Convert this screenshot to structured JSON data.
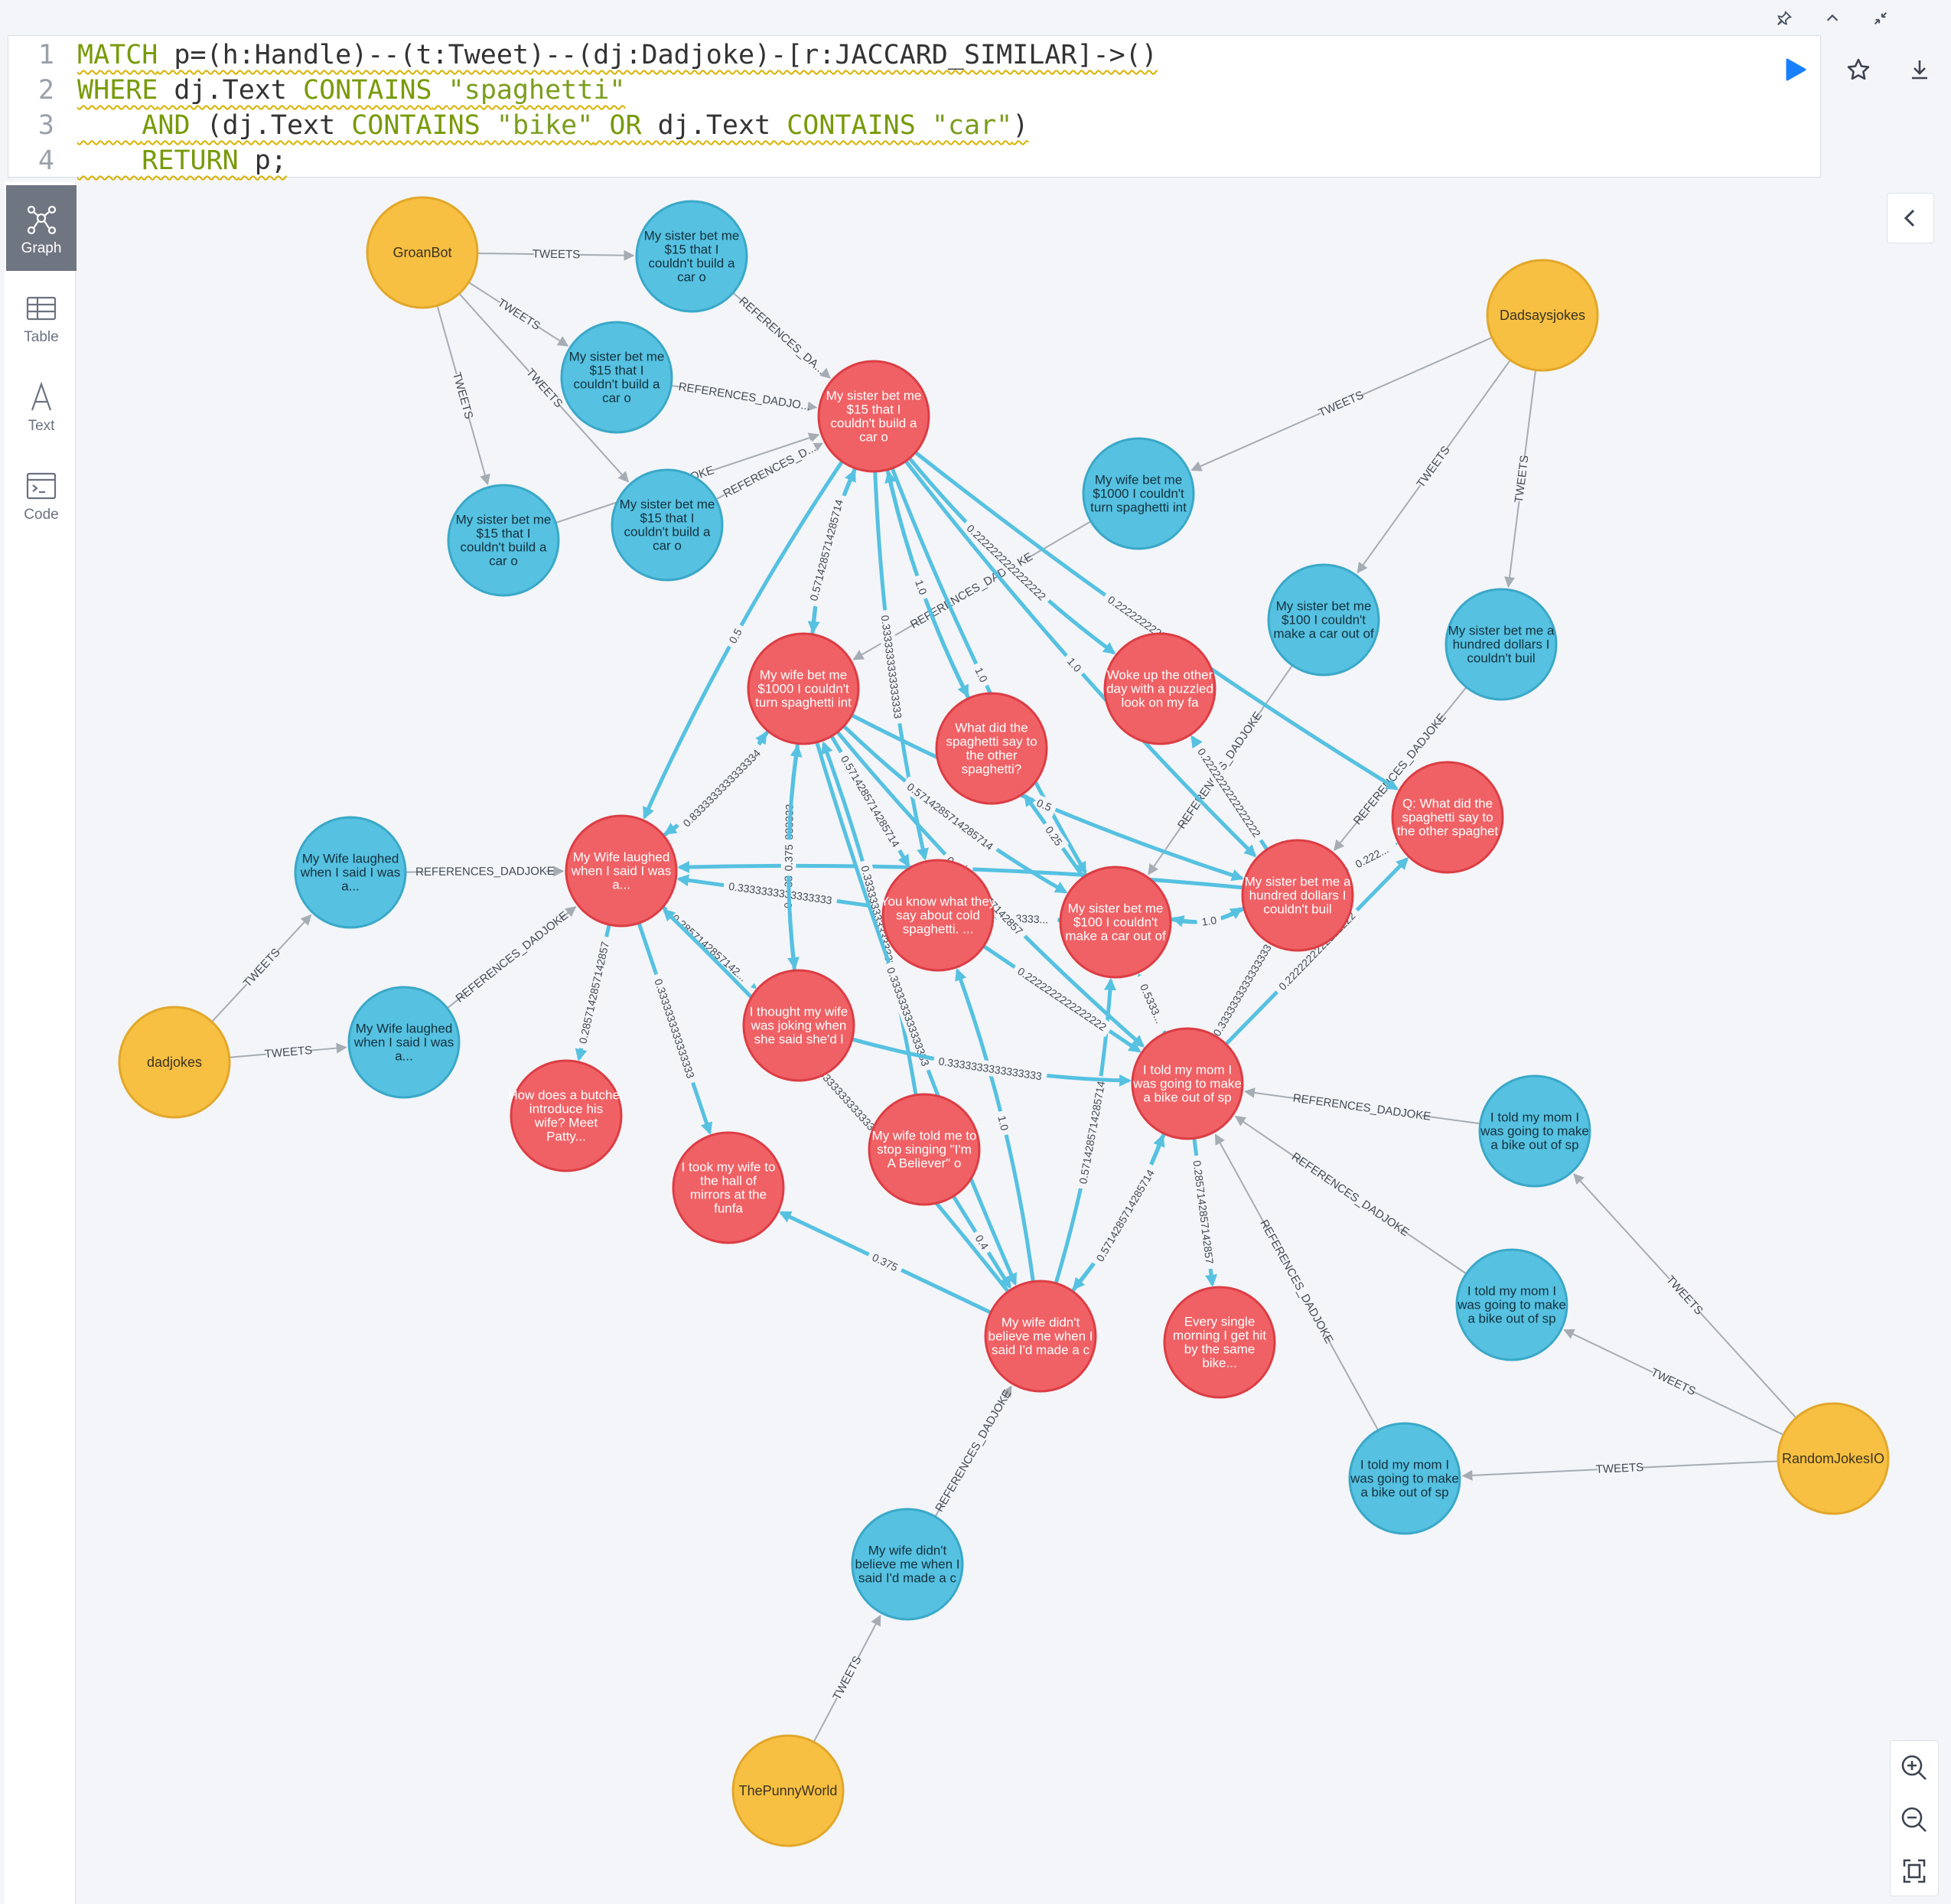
{
  "window": {
    "controls": [
      "pin-icon",
      "chevron-up-icon",
      "minimize-icon"
    ]
  },
  "editor": {
    "lines": [
      {
        "num": "1",
        "segments": [
          {
            "t": "MATCH",
            "c": "kw"
          },
          {
            "t": " p=(h:Handle)--(t:Tweet)--(dj:Dadjoke)-[r:JACCARD_SIMILAR]->()",
            "c": "plain"
          }
        ]
      },
      {
        "num": "2",
        "segments": [
          {
            "t": "WHERE",
            "c": "kw"
          },
          {
            "t": " dj.Text ",
            "c": "plain"
          },
          {
            "t": "CONTAINS",
            "c": "kw"
          },
          {
            "t": " ",
            "c": "plain"
          },
          {
            "t": "\"spaghetti\"",
            "c": "str"
          }
        ]
      },
      {
        "num": "3",
        "segments": [
          {
            "t": "    ",
            "c": "plain"
          },
          {
            "t": "AND",
            "c": "kw"
          },
          {
            "t": " (dj.Text ",
            "c": "plain"
          },
          {
            "t": "CONTAINS",
            "c": "kw"
          },
          {
            "t": " ",
            "c": "plain"
          },
          {
            "t": "\"bike\"",
            "c": "str"
          },
          {
            "t": " ",
            "c": "plain"
          },
          {
            "t": "OR",
            "c": "kw"
          },
          {
            "t": " dj.Text ",
            "c": "plain"
          },
          {
            "t": "CONTAINS",
            "c": "kw"
          },
          {
            "t": " ",
            "c": "plain"
          },
          {
            "t": "\"car\"",
            "c": "str"
          },
          {
            "t": ")",
            "c": "plain"
          }
        ]
      },
      {
        "num": "4",
        "segments": [
          {
            "t": "    ",
            "c": "plain"
          },
          {
            "t": "RETURN",
            "c": "kw"
          },
          {
            "t": " p;",
            "c": "plain"
          }
        ]
      }
    ],
    "actions": [
      "run-icon",
      "star-icon",
      "download-icon"
    ]
  },
  "sidebar": {
    "items": [
      {
        "label": "Graph",
        "icon": "graph-icon",
        "active": true
      },
      {
        "label": "Table",
        "icon": "table-icon",
        "active": false
      },
      {
        "label": "Text",
        "icon": "text-icon",
        "active": false
      },
      {
        "label": "Code",
        "icon": "code-icon",
        "active": false
      }
    ]
  },
  "colors": {
    "handle": "#f8c042",
    "tweet": "#56c1e1",
    "dadjoke": "#ef6165",
    "similar_edge": "#56c1e1",
    "ref_edge": "#a6acb3",
    "run": "#1880ff"
  },
  "graph": {
    "nodes": [
      {
        "id": "groanbot",
        "type": "handle",
        "text": "GroanBot"
      },
      {
        "id": "dadsaysjokes",
        "type": "handle",
        "text": "Dadsaysjokes"
      },
      {
        "id": "dadjokes",
        "type": "handle",
        "text": "dadjokes"
      },
      {
        "id": "randomjokesio",
        "type": "handle",
        "text": "RandomJokesIO"
      },
      {
        "id": "thepunnyworld",
        "type": "handle",
        "text": "ThePunnyWorld"
      },
      {
        "id": "tw1",
        "type": "tweet",
        "text": "My sister bet me $15 that I couldn't build a car o"
      },
      {
        "id": "tw2",
        "type": "tweet",
        "text": "My sister bet me $15 that I couldn't build a car o"
      },
      {
        "id": "tw3",
        "type": "tweet",
        "text": "My sister bet me $15 that I couldn't build a car o"
      },
      {
        "id": "tw4",
        "type": "tweet",
        "text": "My sister bet me $15 that I couldn't build a car o"
      },
      {
        "id": "tw5",
        "type": "tweet",
        "text": "My wife bet me $1000 I couldn't turn spaghetti int"
      },
      {
        "id": "tw6",
        "type": "tweet",
        "text": "My sister bet me $100 I couldn't make a car out of"
      },
      {
        "id": "tw7",
        "type": "tweet",
        "text": "My sister bet me a hundred dollars I couldn't buil"
      },
      {
        "id": "tw8",
        "type": "tweet",
        "text": "My Wife laughed when I said I was a..."
      },
      {
        "id": "tw9",
        "type": "tweet",
        "text": "My Wife laughed when I said I was a..."
      },
      {
        "id": "tw10",
        "type": "tweet",
        "text": "I told my mom I was going to make a bike out of sp"
      },
      {
        "id": "tw11",
        "type": "tweet",
        "text": "I told my mom I was going to make a bike out of sp"
      },
      {
        "id": "tw12",
        "type": "tweet",
        "text": "I told my mom I was going to make a bike out of sp"
      },
      {
        "id": "tw13",
        "type": "tweet",
        "text": "My wife didn't believe me when I said I'd made a c"
      },
      {
        "id": "dj1",
        "type": "dadjoke",
        "text": "My sister bet me $15 that I couldn't build a car o"
      },
      {
        "id": "dj2",
        "type": "dadjoke",
        "text": "My wife bet me $1000 I couldn't turn spaghetti int"
      },
      {
        "id": "dj3",
        "type": "dadjoke",
        "text": "What did the spaghetti say to the other spaghetti?"
      },
      {
        "id": "dj4",
        "type": "dadjoke",
        "text": "Woke up the other day with a puzzled look on my fa"
      },
      {
        "id": "dj5",
        "type": "dadjoke",
        "text": "Q: What did the spaghetti say to the other spaghet"
      },
      {
        "id": "dj6",
        "type": "dadjoke",
        "text": "My Wife laughed when I said I was a..."
      },
      {
        "id": "dj7",
        "type": "dadjoke",
        "text": "You know what they say about cold spaghetti. ..."
      },
      {
        "id": "dj8",
        "type": "dadjoke",
        "text": "My sister bet me $100 I couldn't make a car out of"
      },
      {
        "id": "dj9",
        "type": "dadjoke",
        "text": "My sister bet me a hundred dollars I couldn't buil"
      },
      {
        "id": "dj10",
        "type": "dadjoke",
        "text": "I thought my wife was joking when she said she'd l"
      },
      {
        "id": "dj11",
        "type": "dadjoke",
        "text": "How does a butcher introduce his wife? Meet Patty..."
      },
      {
        "id": "dj12",
        "type": "dadjoke",
        "text": "I took my wife to the hall of mirrors at the funfa"
      },
      {
        "id": "dj13",
        "type": "dadjoke",
        "text": "My wife told me to stop singing \"I'm A Believer\" o"
      },
      {
        "id": "dj14",
        "type": "dadjoke",
        "text": "I told my mom I was going to make a bike out of sp"
      },
      {
        "id": "dj15",
        "type": "dadjoke",
        "text": "Every single morning I get hit by the same bike..."
      },
      {
        "id": "dj16",
        "type": "dadjoke",
        "text": "My wife didn't believe me when I said I'd made a c"
      }
    ],
    "edges": [
      {
        "from": "groanbot",
        "to": "tw1",
        "label": "TWEETS",
        "kind": "ref"
      },
      {
        "from": "groanbot",
        "to": "tw2",
        "label": "TWEETS",
        "kind": "ref"
      },
      {
        "from": "groanbot",
        "to": "tw3",
        "label": "TWEETS",
        "kind": "ref"
      },
      {
        "from": "groanbot",
        "to": "tw4",
        "label": "TWEETS",
        "kind": "ref"
      },
      {
        "from": "tw1",
        "to": "dj1",
        "label": "REFERENCES_DA...",
        "kind": "ref"
      },
      {
        "from": "tw2",
        "to": "dj1",
        "label": "REFERENCES_DADJO...",
        "kind": "ref"
      },
      {
        "from": "tw3",
        "to": "dj1",
        "label": "DADJOKE",
        "kind": "ref"
      },
      {
        "from": "tw4",
        "to": "dj1",
        "label": "REFERENCES_D...",
        "kind": "ref"
      },
      {
        "from": "dadsaysjokes",
        "to": "tw5",
        "label": "TWEETS",
        "kind": "ref"
      },
      {
        "from": "dadsaysjokes",
        "to": "tw6",
        "label": "TWEETS",
        "kind": "ref"
      },
      {
        "from": "dadsaysjokes",
        "to": "tw7",
        "label": "TWEETS",
        "kind": "ref"
      },
      {
        "from": "tw5",
        "to": "dj2",
        "label": "REFERENCES_DADJOKE",
        "kind": "ref"
      },
      {
        "from": "tw6",
        "to": "dj8",
        "label": "REFERENCES_DADJOKE",
        "kind": "ref"
      },
      {
        "from": "tw7",
        "to": "dj9",
        "label": "REFERENCES_DADJOKE",
        "kind": "ref"
      },
      {
        "from": "dadjokes",
        "to": "tw8",
        "label": "TWEETS",
        "kind": "ref"
      },
      {
        "from": "dadjokes",
        "to": "tw9",
        "label": "TWEETS",
        "kind": "ref"
      },
      {
        "from": "tw8",
        "to": "dj6",
        "label": "REFERENCES_DADJOKE",
        "kind": "ref"
      },
      {
        "from": "tw9",
        "to": "dj6",
        "label": "REFERENCES_DADJOKE",
        "kind": "ref"
      },
      {
        "from": "randomjokesio",
        "to": "tw10",
        "label": "TWEETS",
        "kind": "ref"
      },
      {
        "from": "randomjokesio",
        "to": "tw11",
        "label": "TWEETS",
        "kind": "ref"
      },
      {
        "from": "randomjokesio",
        "to": "tw12",
        "label": "TWEETS",
        "kind": "ref"
      },
      {
        "from": "tw10",
        "to": "dj14",
        "label": "REFERENCES_DADJOKE",
        "kind": "ref"
      },
      {
        "from": "tw11",
        "to": "dj14",
        "label": "REFERENCES_DADJOKE",
        "kind": "ref"
      },
      {
        "from": "tw12",
        "to": "dj14",
        "label": "REFERENCES_DADJOKE",
        "kind": "ref"
      },
      {
        "from": "thepunnyworld",
        "to": "tw13",
        "label": "TWEETS",
        "kind": "ref"
      },
      {
        "from": "tw13",
        "to": "dj16",
        "label": "REFERENCES_DADJOKE",
        "kind": "ref"
      },
      {
        "from": "dj1",
        "to": "dj6",
        "label": "0.5",
        "kind": "sim"
      },
      {
        "from": "dj1",
        "to": "dj2",
        "label": "0.5714285714285714",
        "kind": "sim"
      },
      {
        "from": "dj2",
        "to": "dj1",
        "label": "0.5714285714285714",
        "kind": "sim"
      },
      {
        "from": "dj1",
        "to": "dj3",
        "label": "0.25",
        "kind": "sim"
      },
      {
        "from": "dj1",
        "to": "dj7",
        "label": "0.3333333333333333",
        "kind": "sim"
      },
      {
        "from": "dj1",
        "to": "dj4",
        "label": "0.2222222222222222",
        "kind": "sim"
      },
      {
        "from": "dj1",
        "to": "dj5",
        "label": "0.2222222222222222",
        "kind": "sim"
      },
      {
        "from": "dj1",
        "to": "dj8",
        "label": "1.0",
        "kind": "sim"
      },
      {
        "from": "dj1",
        "to": "dj9",
        "label": "1.0",
        "kind": "sim"
      },
      {
        "from": "dj3",
        "to": "dj1",
        "label": "1.0",
        "kind": "sim"
      },
      {
        "from": "dj6",
        "to": "dj2",
        "label": "0.8333333333333334",
        "kind": "sim"
      },
      {
        "from": "dj2",
        "to": "dj6",
        "label": "0.8333333333333334",
        "kind": "sim"
      },
      {
        "from": "dj2",
        "to": "dj10",
        "label": "0.3333333333333333",
        "kind": "sim"
      },
      {
        "from": "dj2",
        "to": "dj8",
        "label": "0.5714285714285714",
        "kind": "sim"
      },
      {
        "from": "dj2",
        "to": "dj9",
        "label": "0.5",
        "kind": "sim"
      },
      {
        "from": "dj7",
        "to": "dj6",
        "label": "0.3333333333333333",
        "kind": "sim"
      },
      {
        "from": "dj6",
        "to": "dj11",
        "label": "0.2857142857142857",
        "kind": "sim"
      },
      {
        "from": "dj6",
        "to": "dj12",
        "label": "0.3333333333333333",
        "kind": "sim"
      },
      {
        "from": "dj6",
        "to": "dj10",
        "label": "0.2857142857142...",
        "kind": "sim"
      },
      {
        "from": "dj16",
        "to": "dj12",
        "label": "0.375",
        "kind": "sim"
      },
      {
        "from": "dj16",
        "to": "dj6",
        "label": "0.8333333333333334",
        "kind": "sim"
      },
      {
        "from": "dj16",
        "to": "dj7",
        "label": "1.0",
        "kind": "sim"
      },
      {
        "from": "dj16",
        "to": "dj8",
        "label": "0.5714285714285714",
        "kind": "sim"
      },
      {
        "from": "dj16",
        "to": "dj14",
        "label": "0.375",
        "kind": "sim"
      },
      {
        "from": "dj13",
        "to": "dj16",
        "label": "0.4",
        "kind": "sim"
      },
      {
        "from": "dj14",
        "to": "dj15",
        "label": "0.2857142857142857",
        "kind": "sim"
      },
      {
        "from": "dj14",
        "to": "dj16",
        "label": "0.5714285714285714",
        "kind": "sim"
      },
      {
        "from": "dj8",
        "to": "dj9",
        "label": "1.0",
        "kind": "sim"
      },
      {
        "from": "dj9",
        "to": "dj8",
        "label": "1.0",
        "kind": "sim"
      },
      {
        "from": "dj9",
        "to": "dj5",
        "label": "0.222...",
        "kind": "sim"
      },
      {
        "from": "dj9",
        "to": "dj4",
        "label": "0.2222222222222222",
        "kind": "sim"
      },
      {
        "from": "dj9",
        "to": "dj6",
        "label": "0.5",
        "kind": "sim"
      },
      {
        "from": "dj8",
        "to": "dj7",
        "label": "0.3333...",
        "kind": "sim"
      },
      {
        "from": "dj8",
        "to": "dj3",
        "label": "0.25",
        "kind": "sim"
      },
      {
        "from": "dj14",
        "to": "dj9",
        "label": "0.3333333333333333",
        "kind": "sim"
      },
      {
        "from": "dj14",
        "to": "dj8",
        "label": "0.5333...",
        "kind": "sim"
      },
      {
        "from": "dj14",
        "to": "dj5",
        "label": "0.2222222222222222",
        "kind": "sim"
      },
      {
        "from": "dj7",
        "to": "dj14",
        "label": "0.2222222222222222",
        "kind": "sim"
      },
      {
        "from": "dj13",
        "to": "dj2",
        "label": "0.3333333333333333",
        "kind": "sim"
      },
      {
        "from": "dj10",
        "to": "dj2",
        "label": "0.375",
        "kind": "sim"
      },
      {
        "from": "dj2",
        "to": "dj16",
        "label": "0.3333333333333333",
        "kind": "sim"
      },
      {
        "from": "dj2",
        "to": "dj14",
        "label": "0.2857142857142857",
        "kind": "sim"
      },
      {
        "from": "dj10",
        "to": "dj14",
        "label": "0.3333333333333333",
        "kind": "sim"
      },
      {
        "from": "dj2",
        "to": "dj7",
        "label": "0.5714285714285714",
        "kind": "sim"
      }
    ]
  },
  "controls": {
    "collapse": "chevron-left-icon",
    "zoom": [
      "zoom-in-icon",
      "zoom-out-icon",
      "fit-screen-icon"
    ]
  }
}
